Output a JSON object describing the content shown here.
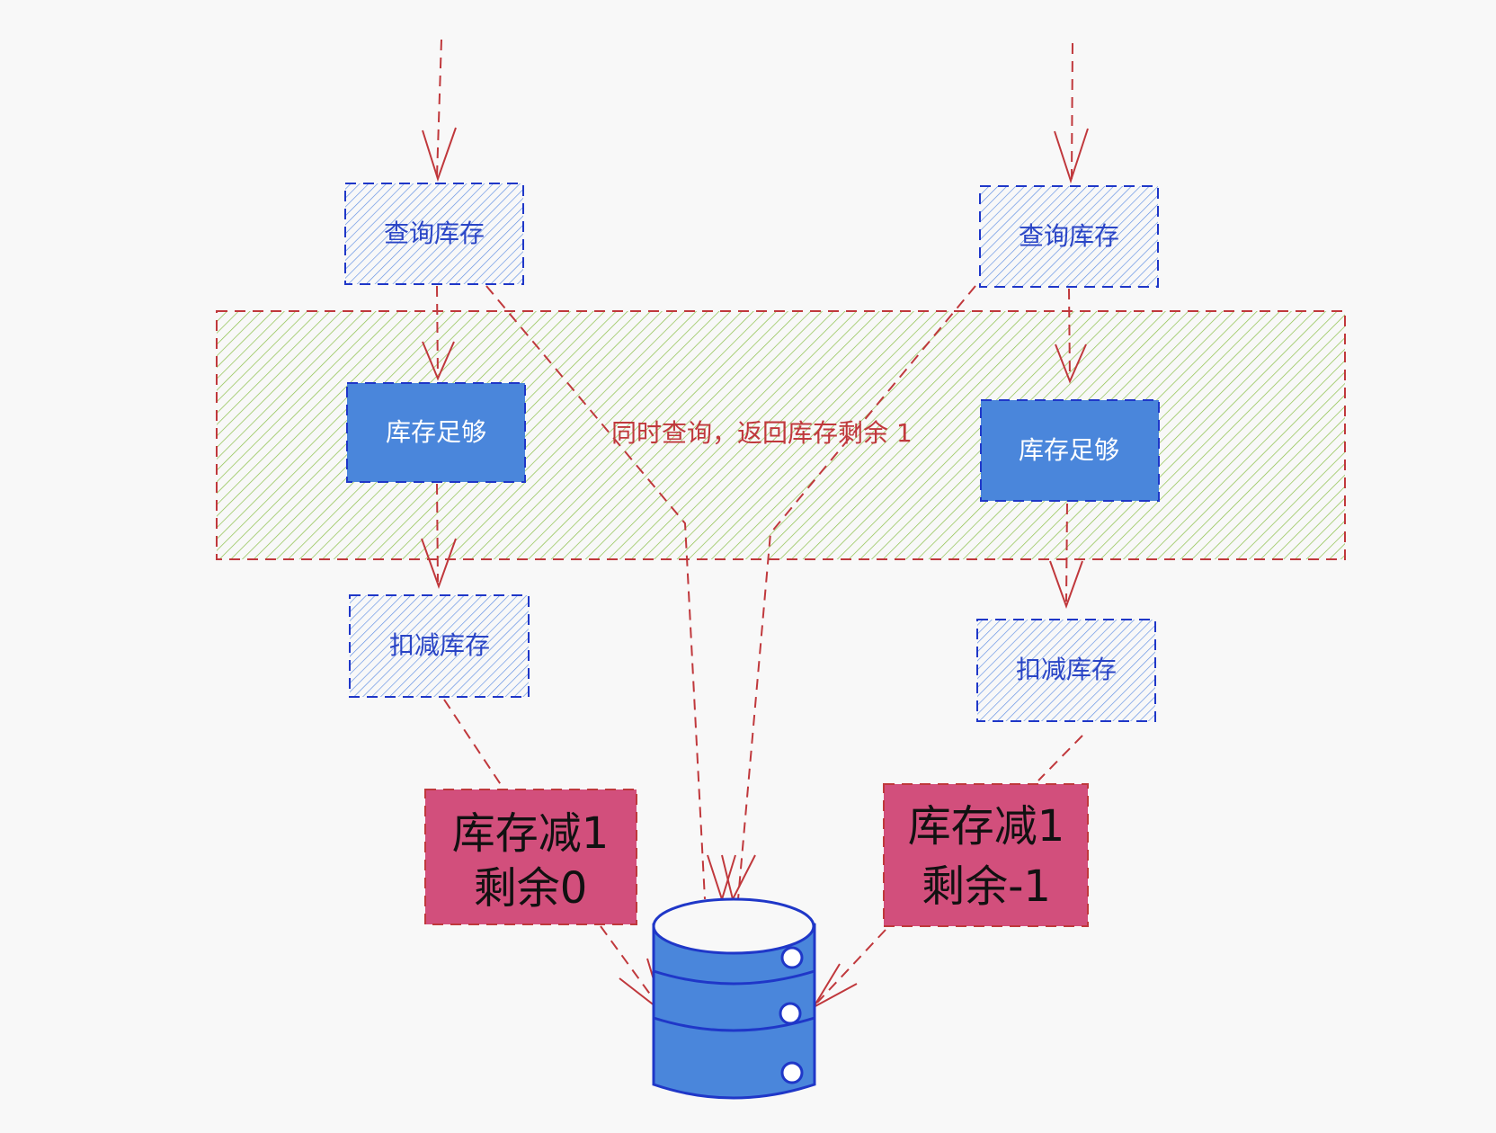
{
  "steps": {
    "left_query": "查询库存",
    "right_query": "查询库存",
    "left_check": "库存足够",
    "right_check": "库存足够",
    "left_deduct": "扣减库存",
    "right_deduct": "扣减库存"
  },
  "overlap_note": "同时查询，返回库存剩余 1",
  "results": {
    "left": {
      "line1": "库存减1",
      "line2": "剩余0"
    },
    "right": {
      "line1": "库存减1",
      "line2": "剩余-1"
    }
  },
  "icons": {
    "storage": "database-icon"
  },
  "colors": {
    "background": "#f8f8f8",
    "arrow": "#c0383c",
    "outline_blue": "#1f37c8",
    "solid_blue": "#4a86db",
    "hatch_blue": "#5f8ee3",
    "hatch_green": "#8cc04a",
    "result_fill": "#d24f7c",
    "result_text": "#111111",
    "light_text": "#2a45c6",
    "note_text": "#c0383c"
  }
}
